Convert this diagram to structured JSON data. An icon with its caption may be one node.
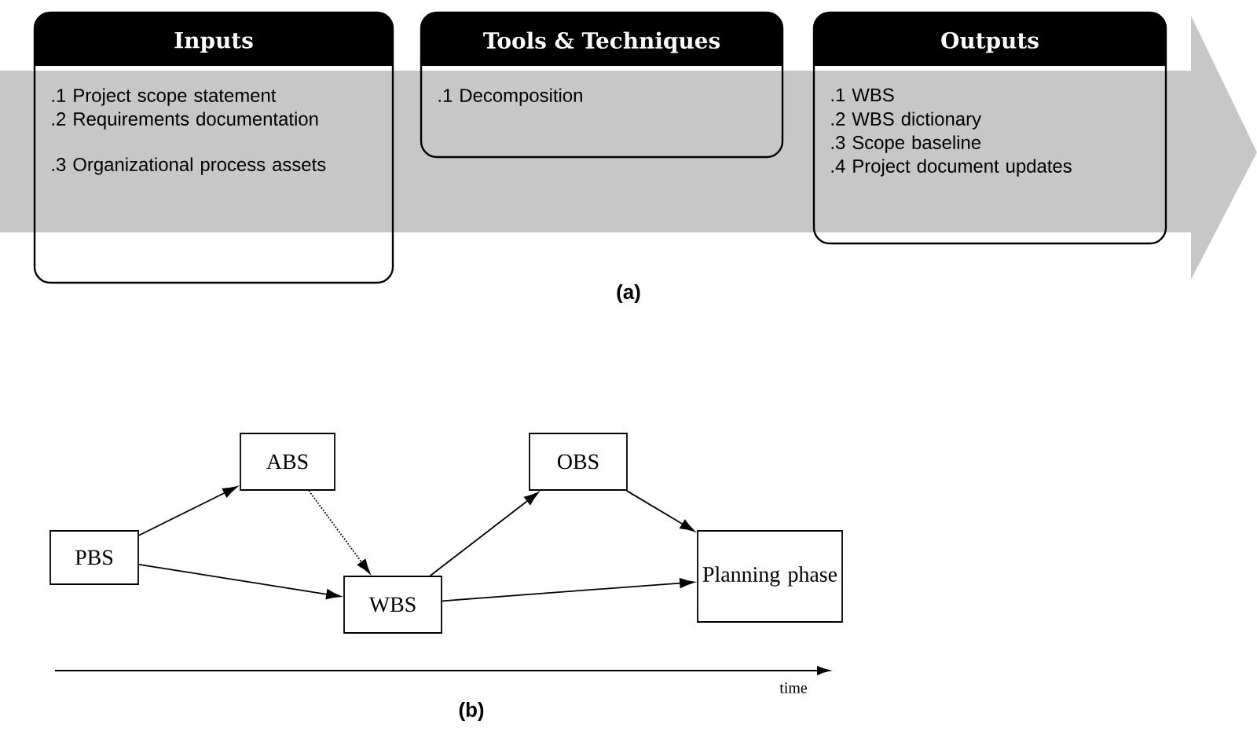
{
  "diagram": {
    "nodes": [
      {
        "text": [
          "Inputs",
          ".1 Project scope statement",
          ".2 Requirements documentation",
          ".3 Organizational process assets"
        ]
      },
      {
        "text": [
          "Tools & Techniques",
          ".1 Decomposition"
        ]
      },
      {
        "text": [
          "Outputs",
          ".1 WBS",
          ".2 WBS dictionary",
          ".3 Scope baseline",
          ".4 Project document updates"
        ]
      },
      {
        "text": [
          "PBS"
        ]
      },
      {
        "text": [
          "ABS"
        ]
      },
      {
        "text": [
          "WBS"
        ]
      },
      {
        "text": [
          "OBS"
        ]
      },
      {
        "text": [
          "Planning phase"
        ]
      }
    ],
    "edges": [
      {
        "from": 3,
        "to": 4,
        "arrow": "to"
      },
      {
        "from": 3,
        "to": 5,
        "arrow": "to"
      },
      {
        "from": 4,
        "to": 5,
        "arrow": "to",
        "style": "dashed"
      },
      {
        "from": 5,
        "to": 6,
        "arrow": "to"
      },
      {
        "from": 6,
        "to": 7,
        "arrow": "to"
      },
      {
        "from": 5,
        "to": 7,
        "arrow": "to"
      }
    ],
    "labels": [
      "(a)",
      "time",
      "(b)"
    ]
  }
}
